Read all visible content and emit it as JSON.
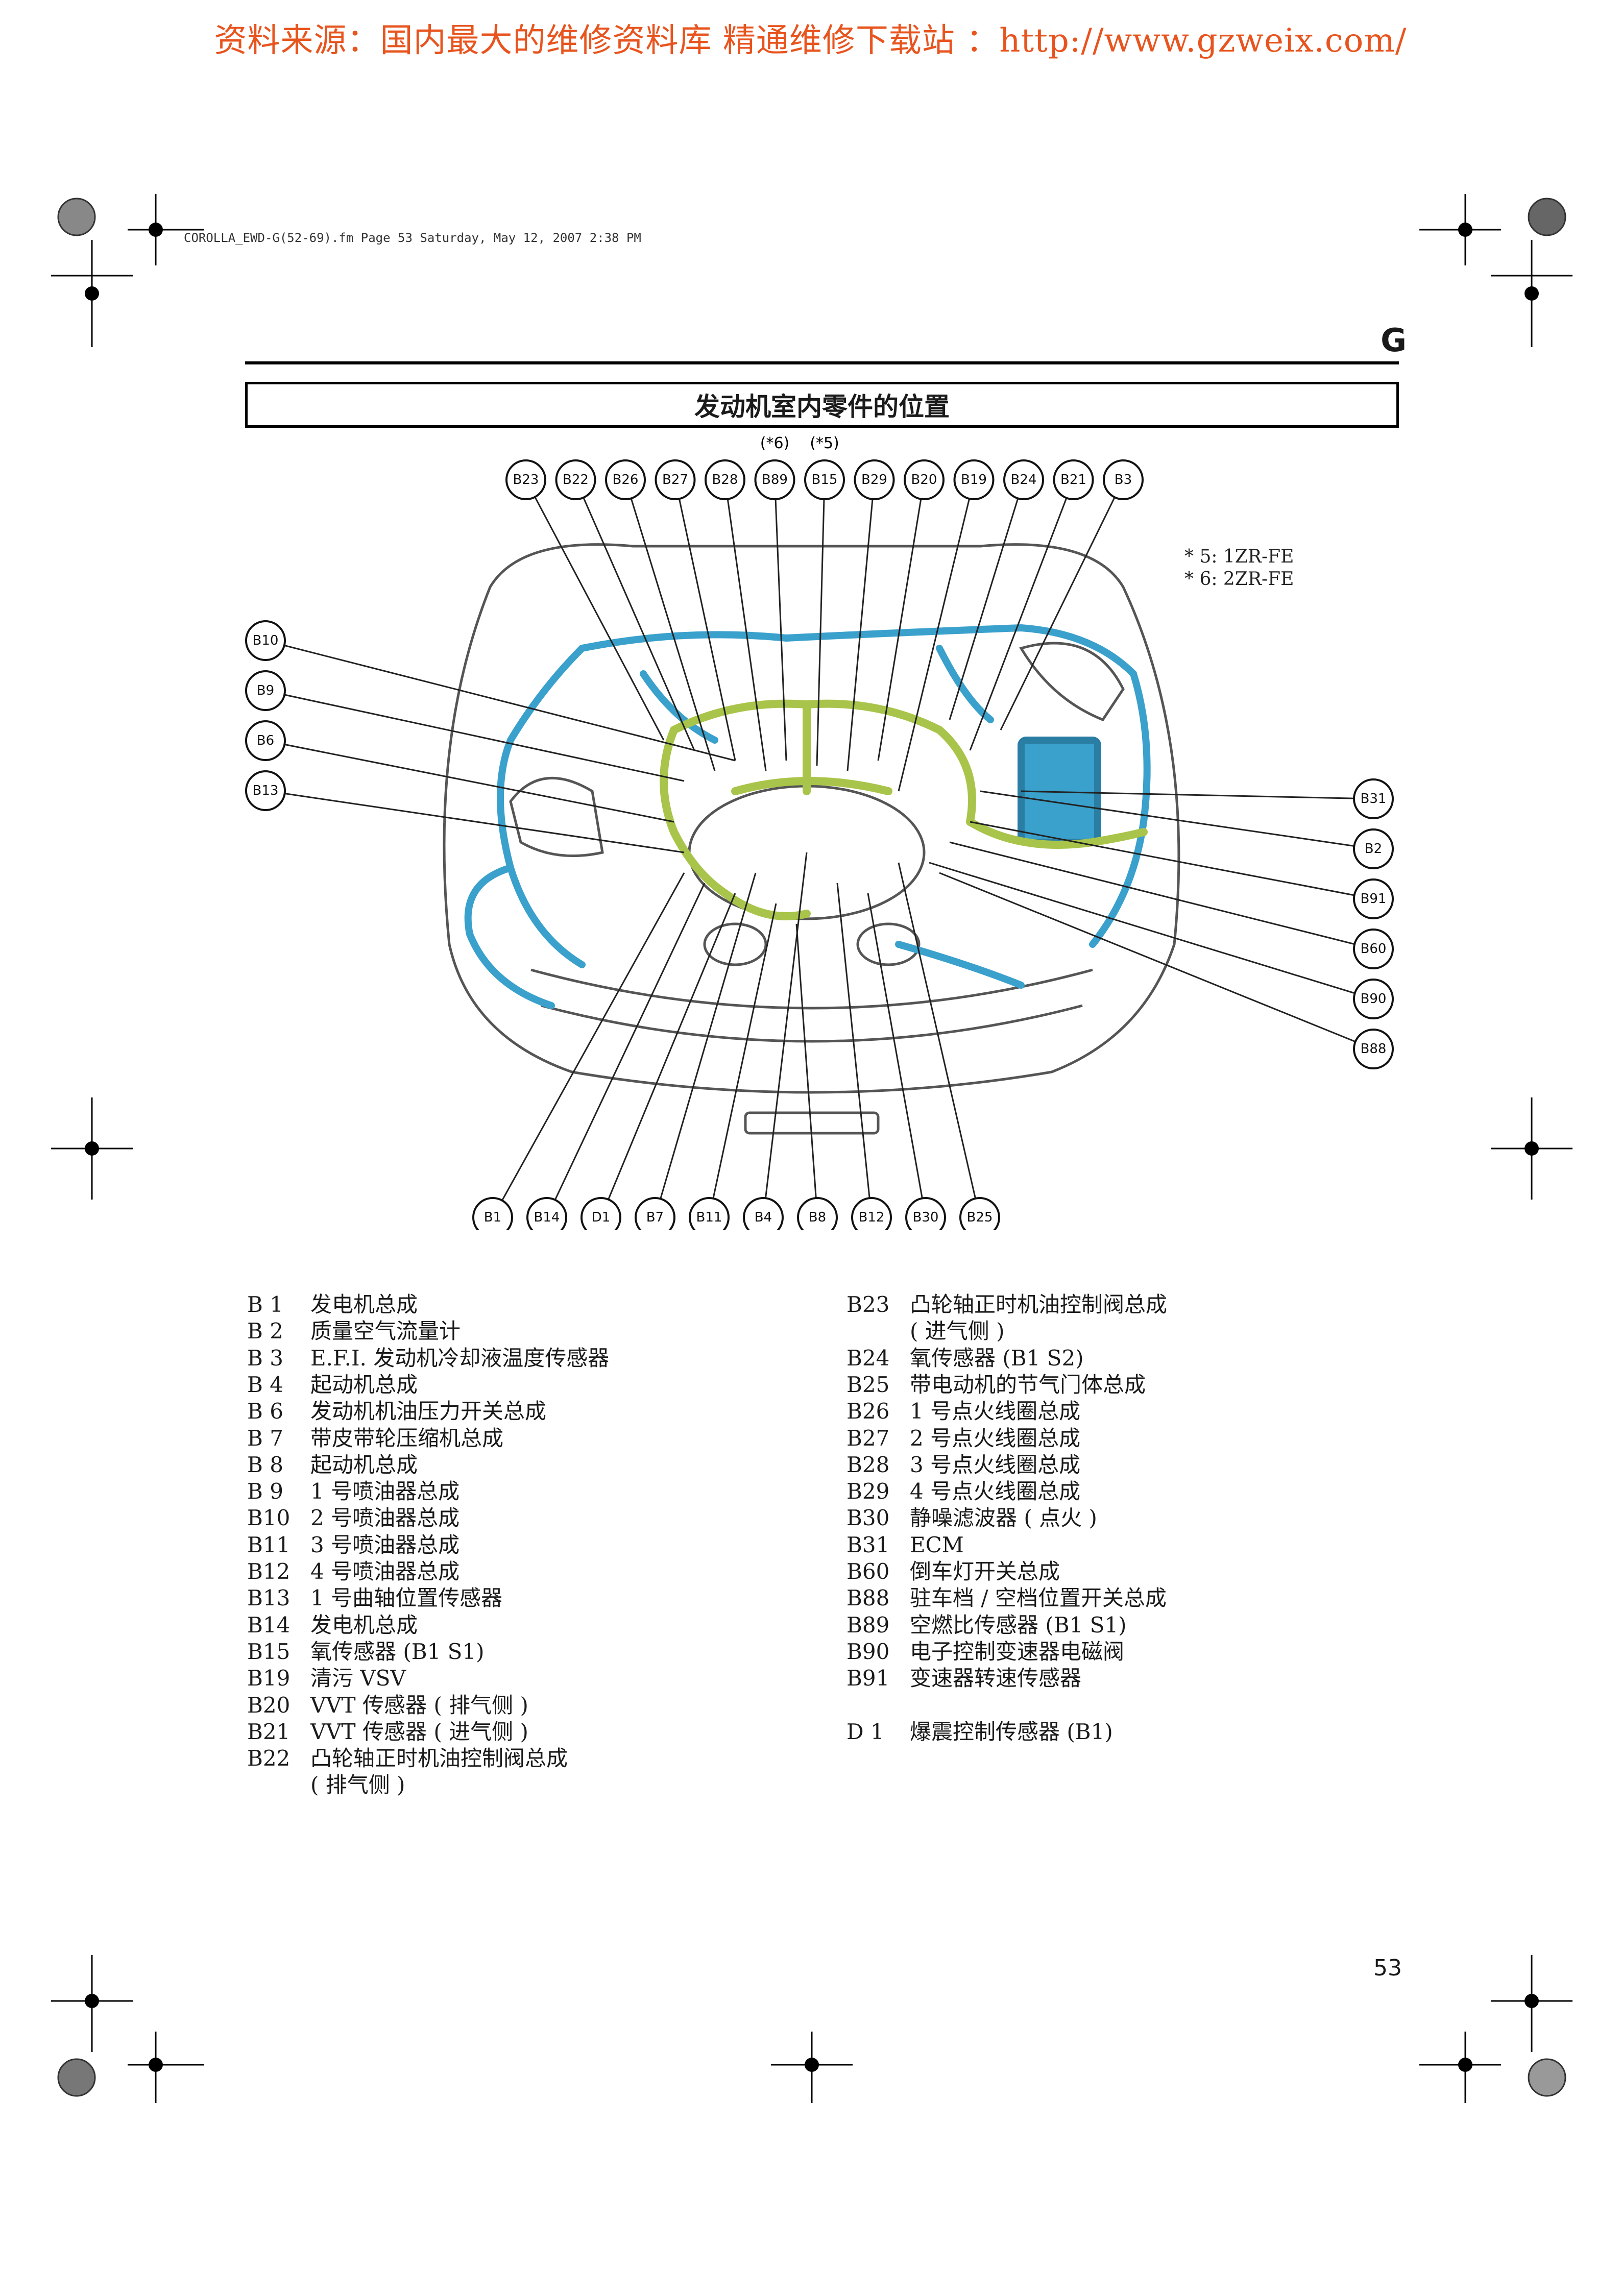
{
  "banner": "资料来源：国内最大的维修资料库 精通维修下载站 ：http://www.gzweix.com/",
  "file_header": "COROLLA_EWD-G(52-69).fm  Page 53  Saturday, May 12, 2007  2:38 PM",
  "section_letter": "G",
  "title": "发动机室内零件的位置",
  "diagram": {
    "top_labels": [
      "B23",
      "B22",
      "B26",
      "B27",
      "B28",
      "B89",
      "B15",
      "B29",
      "B20",
      "B19",
      "B24",
      "B21",
      "B3"
    ],
    "top_notes": {
      "B89": "(*6)",
      "B15": "(*5)"
    },
    "left_labels": [
      "B10",
      "B9",
      "B6",
      "B13"
    ],
    "right_labels": [
      "B31",
      "B2",
      "B91",
      "B60",
      "B90",
      "B88"
    ],
    "bottom_labels": [
      "B1",
      "B14",
      "D1",
      "B7",
      "B11",
      "B4",
      "B8",
      "B12",
      "B30",
      "B25"
    ],
    "notes": [
      "* 5: 1ZR-FE",
      "* 6: 2ZR-FE"
    ],
    "colors": {
      "harness_blue": "#3aa0cc",
      "harness_green": "#a9c44a",
      "outline": "#555555"
    }
  },
  "legend_left": [
    {
      "code": "B 1",
      "desc": "发电机总成"
    },
    {
      "code": "B 2",
      "desc": "质量空气流量计"
    },
    {
      "code": "B 3",
      "desc": "E.F.I. 发动机冷却液温度传感器"
    },
    {
      "code": "B 4",
      "desc": "起动机总成"
    },
    {
      "code": "B 6",
      "desc": "发动机机油压力开关总成"
    },
    {
      "code": "B 7",
      "desc": "带皮带轮压缩机总成"
    },
    {
      "code": "B 8",
      "desc": "起动机总成"
    },
    {
      "code": "B 9",
      "desc": "1 号喷油器总成"
    },
    {
      "code": "B10",
      "desc": "2 号喷油器总成"
    },
    {
      "code": "B11",
      "desc": "3 号喷油器总成"
    },
    {
      "code": "B12",
      "desc": "4 号喷油器总成"
    },
    {
      "code": "B13",
      "desc": "1 号曲轴位置传感器"
    },
    {
      "code": "B14",
      "desc": "发电机总成"
    },
    {
      "code": "B15",
      "desc": "氧传感器 (B1 S1)"
    },
    {
      "code": "B19",
      "desc": "清污 VSV"
    },
    {
      "code": "B20",
      "desc": "VVT 传感器 ( 排气侧 )"
    },
    {
      "code": "B21",
      "desc": "VVT 传感器 ( 进气侧 )"
    },
    {
      "code": "B22",
      "desc": "凸轮轴正时机油控制阀总成"
    },
    {
      "code": "",
      "desc": "( 排气侧 )"
    }
  ],
  "legend_right": [
    {
      "code": "B23",
      "desc": "凸轮轴正时机油控制阀总成"
    },
    {
      "code": "",
      "desc": "( 进气侧 )"
    },
    {
      "code": "B24",
      "desc": "氧传感器 (B1 S2)"
    },
    {
      "code": "B25",
      "desc": "带电动机的节气门体总成"
    },
    {
      "code": "B26",
      "desc": "1 号点火线圈总成"
    },
    {
      "code": "B27",
      "desc": "2 号点火线圈总成"
    },
    {
      "code": "B28",
      "desc": "3 号点火线圈总成"
    },
    {
      "code": "B29",
      "desc": "4 号点火线圈总成"
    },
    {
      "code": "B30",
      "desc": "静噪滤波器 ( 点火 )"
    },
    {
      "code": "B31",
      "desc": "ECM"
    },
    {
      "code": "B60",
      "desc": "倒车灯开关总成"
    },
    {
      "code": "B88",
      "desc": "驻车档 / 空档位置开关总成"
    },
    {
      "code": "B89",
      "desc": "空燃比传感器 (B1 S1)"
    },
    {
      "code": "B90",
      "desc": "电子控制变速器电磁阀"
    },
    {
      "code": "B91",
      "desc": "变速器转速传感器"
    },
    {
      "code": "",
      "desc": ""
    },
    {
      "code": "D 1",
      "desc": "爆震控制传感器 (B1)"
    }
  ],
  "page_number": "53"
}
